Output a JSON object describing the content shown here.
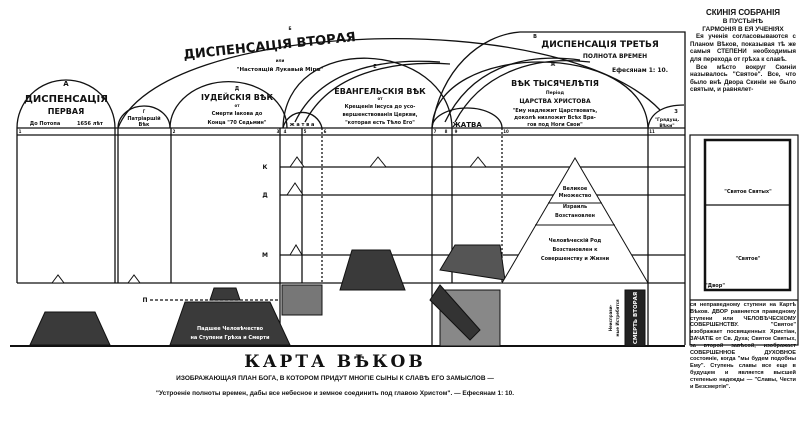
{
  "dispensations": {
    "first": {
      "letter": "А",
      "title": "ДИСПЕНСАЦІЯ",
      "subtitle": "ПЕРВАЯ",
      "left": "До Потопа",
      "right": "1656 лѣт"
    },
    "second": {
      "letter": "Б",
      "title": "ДИСПЕНСАЦІЯ ВТОРАЯ",
      "or": "или",
      "subtitle": "\"Настоящій Лукавый Міръ\""
    },
    "third": {
      "letter": "В",
      "title": "ДИСПЕНСАЦІЯ ТРЕТЬЯ",
      "subtitle": "ПОЛНОТА ВРЕМЕН",
      "ref": "Ефесянам 1: 10."
    }
  },
  "ages": {
    "patriarchal": {
      "letter": "Г",
      "line1": "Патріаршій",
      "line2": "Вѣк"
    },
    "jewish": {
      "letter": "Д",
      "title": "ІУДЕЙСКІЯ ВѢК",
      "from": "от",
      "line1": "Смерти Іакова до",
      "line2": "Конца \"70 Седьмин\""
    },
    "gospel": {
      "letter": "Е",
      "title": "ЕВАНГЕЛЬСКІЯ ВѢК",
      "from": "от",
      "line1": "Крещенія Іисуса до усо-",
      "line2": "вершенствованія Церкви,",
      "line3": "\"которая есть Тѣло Его\""
    },
    "harvest1": {
      "label": "ж а т в а"
    },
    "harvest2": {
      "label": "ЖАТВА"
    },
    "millennium": {
      "letter": "Ж",
      "title": "ВѢК ТЫСЯЧЕЛѢТІЯ",
      "period": "Період",
      "kingdom": "ЦАРСТВА ХРИСТОВА",
      "q1": "\"Ему надлежит Царствовать,",
      "q2": "доколѣ низложит Всѣх Вра-",
      "q3": "гов под Ноги Свои\""
    },
    "coming": {
      "letter": "З",
      "line1": "\"Грядущ.",
      "line2": "Вѣки\""
    }
  },
  "point_numbers": [
    "1",
    "2",
    "3",
    "4",
    "5",
    "6",
    "7",
    "8",
    "9",
    "10",
    "11"
  ],
  "planes": [
    "К",
    "Д",
    "М",
    "П"
  ],
  "pyramid_labels": {
    "fallen1": "Падшее Человѣчество",
    "fallen2": "на Ступени Грѣха и Смерти",
    "great_company1": "Великое",
    "great_company2": "Множество",
    "israel1": "Израиль",
    "israel2": "Возстановлен",
    "mankind1": "Человѣческій Род",
    "mankind2": "Возстановлен к",
    "mankind3": "Совершенству и Жизни",
    "second_death1": "Неисправи-",
    "second_death2": "мые Истребятся",
    "second_death3": "СМЕРТЬ ВТОРАЯ"
  },
  "tabernacle": {
    "title": "СКИНІЯ СОБРАНІЯ",
    "subtitle": "В ПУСТЫНѢ",
    "harmony": "ГАРМОНІЯ В ЕЯ УЧЕНІЯХ",
    "para1": "Ея ученія согласовываются с Планом Вѣков, показывая тѣ же самыя СТЕПЕНИ необходимыя для перехода от грѣха к славѣ.",
    "para2": "Все мѣсто вокруг Скиніи называлось \"Святое\". Все, что было внѣ Двора Скиніи не было святым, и равнялет-",
    "holy_of_holies": "\"Святое Святых\"",
    "holy": "\"Святое\"",
    "court": "\"Двор\"",
    "para3": "ся неправедному ступени на Картѣ Вѣков. ДВОР равняется праведному ступени или ЧЕЛОВѢЧЕСКОМУ СОВЕРШЕНСТВУ. \"Святое\" изображает посвященных Христіан, ЗАЧАТІЕ от Св. Духа; Святое Святых, за второй завѣсой, изображает СОВЕРШЕННОЕ ДУХОВНОЕ состояніе, когда \"мы будем подобны Ему\". Ступень славы все еще в будущем и является высшей степенью надежды — \"Славы, Чести и Безсмертія\"."
  },
  "footer": {
    "title": "КАРТА ВѢКОВ",
    "subtitle": "ИЗОБРАЖАЮЩАЯ ПЛАН БОГА, В КОТОРОМ ПРИДУТ МНОГІЕ СЫНЫ К СЛАВѢ ЕГО ЗАМЫСЛОВ —",
    "quote": "\"Устроеніе полноты времен, дабы все небесное и земное соединить под главою Христом\". — Ефесянам 1: 10."
  }
}
